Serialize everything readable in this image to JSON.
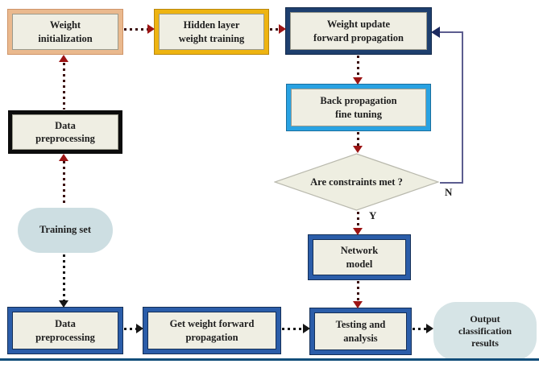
{
  "figure": {
    "nodes": {
      "weight_init": "Weight\ninitialization",
      "hidden_layer": "Hidden layer\nweight training",
      "weight_update": "Weight update\nforward propagation",
      "back_prop": "Back propagation\nfine tuning",
      "constraints": "Are constraints met ?",
      "network_model": "Network\nmodel",
      "data_prep_top": "Data\npreprocessing",
      "training_set": "Training set",
      "data_prep_bottom": "Data\npreprocessing",
      "get_weight": "Get weight forward\npropagation",
      "testing": "Testing and\nanalysis",
      "output": "Output\nclassification\nresults"
    },
    "edge_labels": {
      "no": "N",
      "yes": "Y"
    },
    "colors": {
      "box_fill": "#efeee3",
      "peach_border": "#eab98e",
      "gold_border": "#eeb411",
      "navy_border": "#1e3f6e",
      "light_blue_border": "#29a2e2",
      "medium_blue_border": "#2b5da9",
      "black_border": "#0c0c0c",
      "stadium_fill_training": "#cddee2",
      "stadium_fill_output": "#d6e4e6",
      "diamond_fill": "#eeeee1",
      "red_arrow": "#9c1414",
      "black_arrow": "#161616",
      "loop_line": "#5c5d8f",
      "divider": "#124e7a"
    }
  }
}
